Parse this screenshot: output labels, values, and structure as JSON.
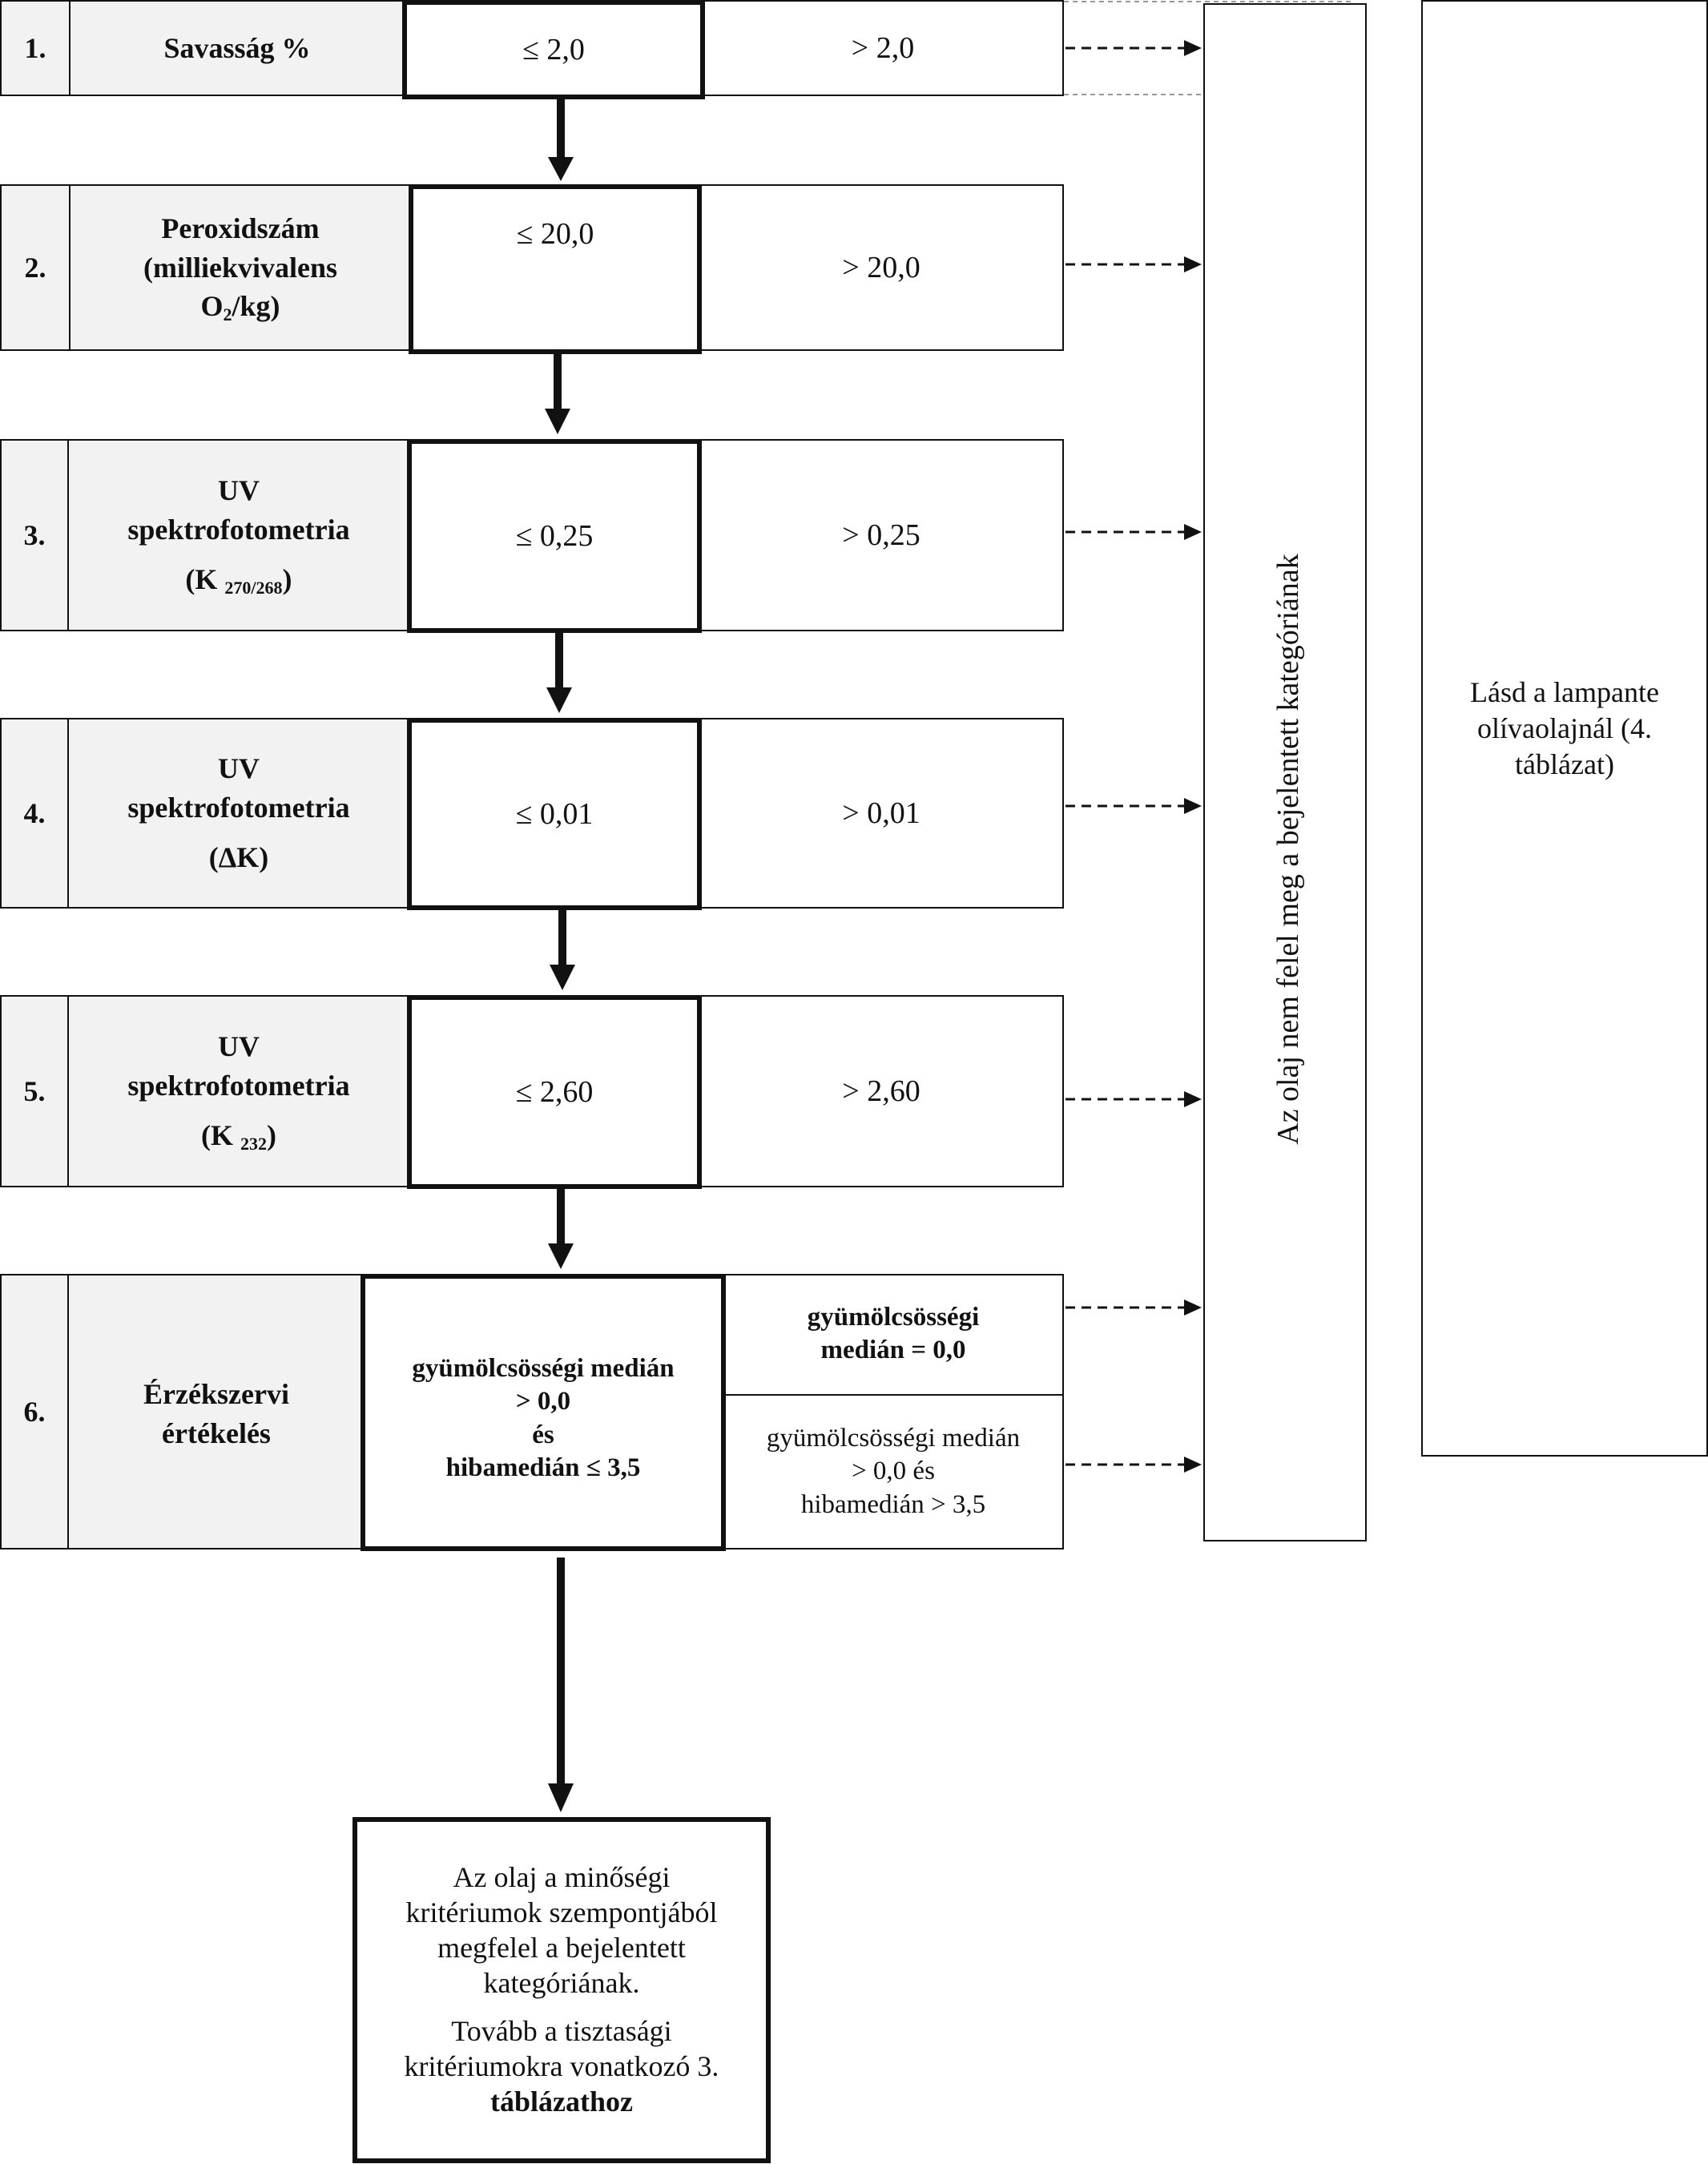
{
  "rows": [
    {
      "num": "1.",
      "label": "Savasság %",
      "pass": "≤ 2,0",
      "fail": "> 2,0"
    },
    {
      "num": "2.",
      "label_l1": "Peroxidszám",
      "label_l2": "(milliekvivalens",
      "label_l3a": "O",
      "label_l3sub": "2",
      "label_l3b": "/kg)",
      "pass": "≤ 20,0",
      "fail": "> 20,0"
    },
    {
      "num": "3.",
      "label_l1": "UV",
      "label_l2": "spektrofotometria",
      "label_l3a": "(K ",
      "label_l3sub": "270/268",
      "label_l3b": ")",
      "pass": "≤ 0,25",
      "fail": "> 0,25"
    },
    {
      "num": "4.",
      "label_l1": "UV",
      "label_l2": "spektrofotometria",
      "label_l3": "(ΔK)",
      "pass": "≤ 0,01",
      "fail": "> 0,01"
    },
    {
      "num": "5.",
      "label_l1": "UV",
      "label_l2": "spektrofotometria",
      "label_l3a": "(K ",
      "label_l3sub": "232",
      "label_l3b": ")",
      "pass": "≤ 2,60",
      "fail": "> 2,60"
    },
    {
      "num": "6.",
      "label_l1": "Érzékszervi",
      "label_l2": "értékelés",
      "pass_l1": "gyümölcsösségi medián",
      "pass_l2": "> 0,0",
      "pass_l3": "és",
      "pass_l4": "hibamedián ≤ 3,5",
      "fail_a_l1": "gyümölcsösségi",
      "fail_a_l2": "medián = 0,0",
      "fail_b_l1": "gyümölcsösségi medián",
      "fail_b_l2": "> 0,0 és",
      "fail_b_l3": "hibamedián > 3,5"
    }
  ],
  "fail_column": "Az olaj nem felel meg a bejelentett kategóriának",
  "lampante_note": "Lásd a lampante olívaolajnál (4. táblázat)",
  "result": {
    "l1": "Az olaj a minőségi",
    "l2": "kritériumok szempontjából",
    "l3": "megfelel a bejelentett",
    "l4": "kategóriának.",
    "l5": "Tovább a tisztasági",
    "l6": "kritériumokra vonatkozó 3.",
    "l7": "táblázathoz"
  }
}
